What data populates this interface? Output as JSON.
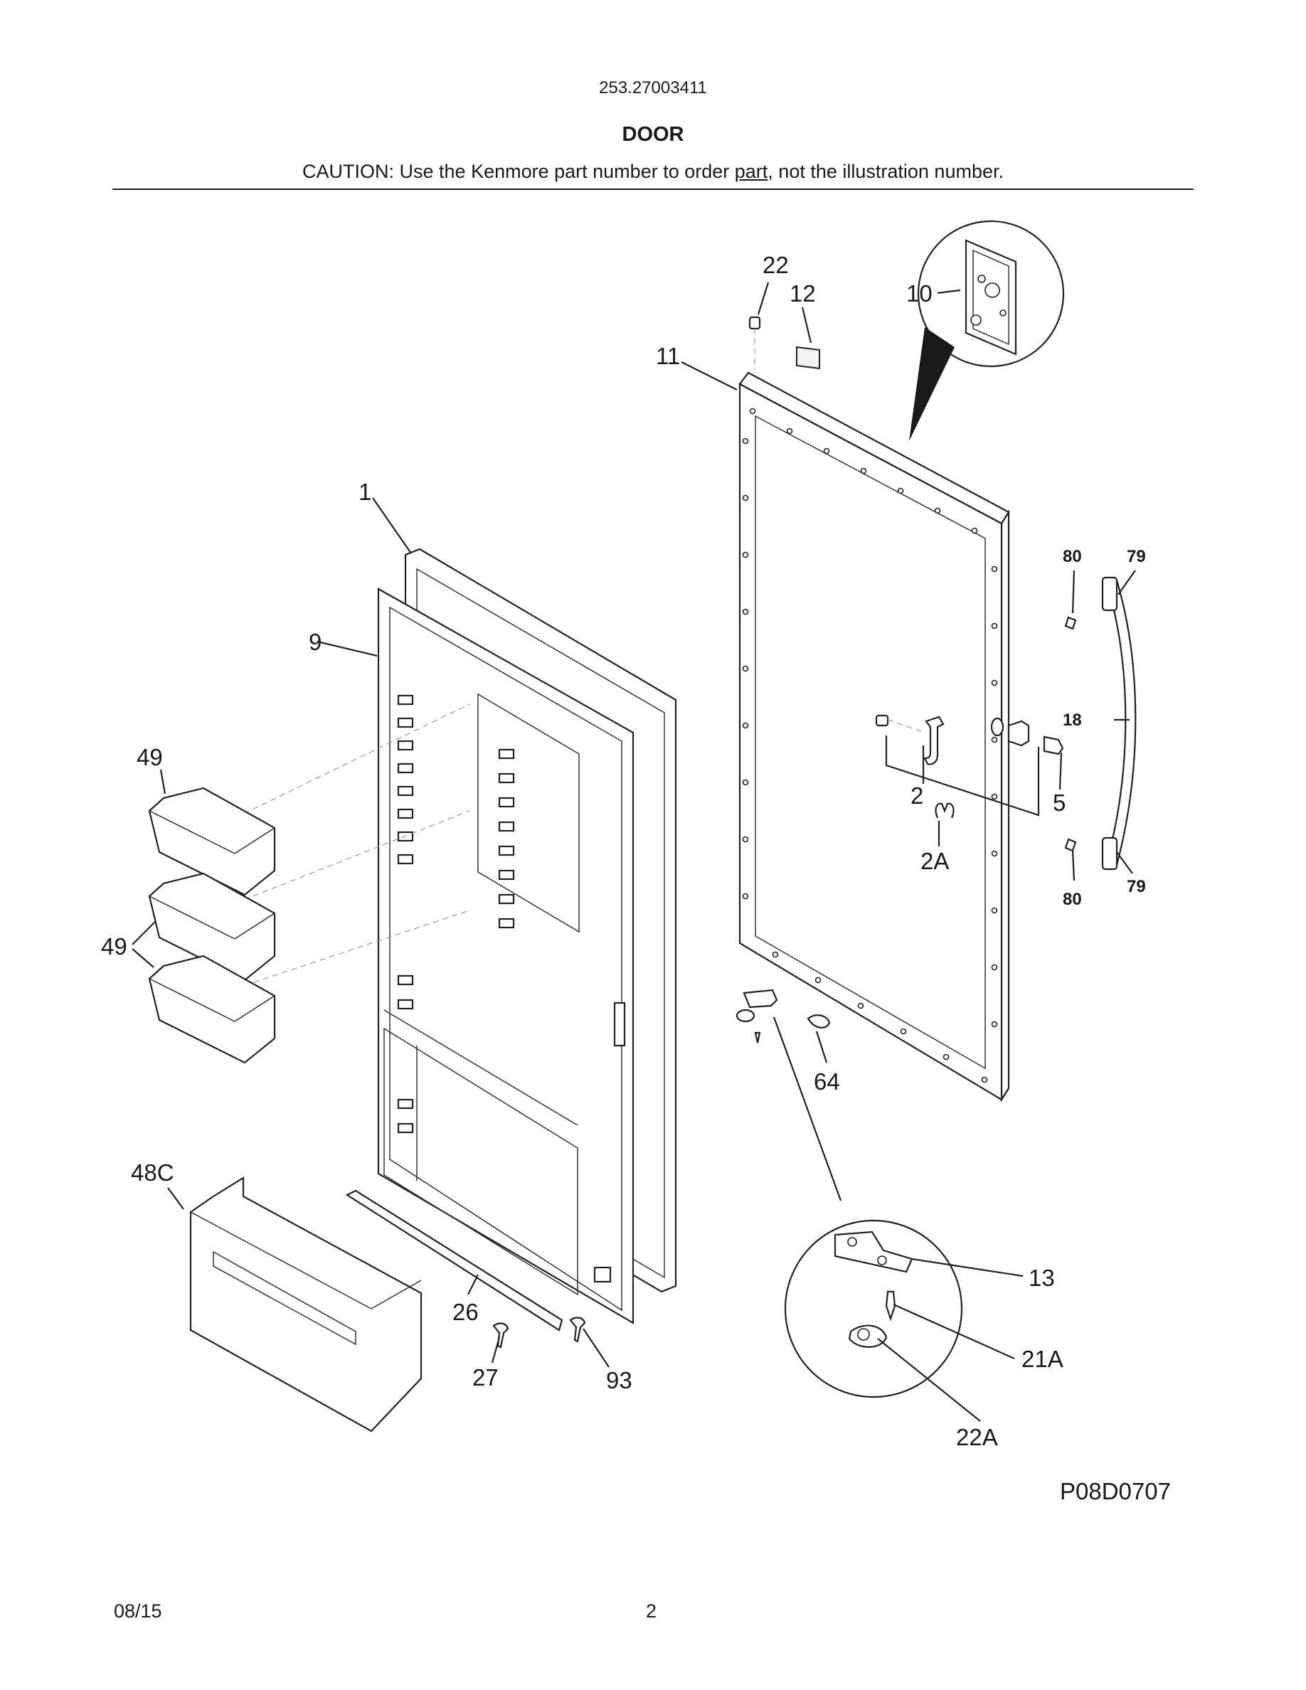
{
  "header": {
    "model_number": "253.27003411",
    "section_title": "DOOR",
    "caution_before": "CAUTION: Use the Kenmore part number to order ",
    "caution_link": "part",
    "caution_after": ", not the illustration number."
  },
  "callouts": {
    "c22": "22",
    "c12": "12",
    "c10": "10",
    "c11": "11",
    "c1": "1",
    "c9": "9",
    "c80a": "80",
    "c79a": "79",
    "c18": "18",
    "c2": "2",
    "c5": "5",
    "c2A": "2A",
    "c80b": "80",
    "c79b": "79",
    "c49a": "49",
    "c49b": "49",
    "c64": "64",
    "c48C": "48C",
    "c26": "26",
    "c27": "27",
    "c93": "93",
    "c13": "13",
    "c21A": "21A",
    "c22A": "22A"
  },
  "diagram_code": "P08D0707",
  "footer": {
    "date": "08/15",
    "page": "2"
  }
}
